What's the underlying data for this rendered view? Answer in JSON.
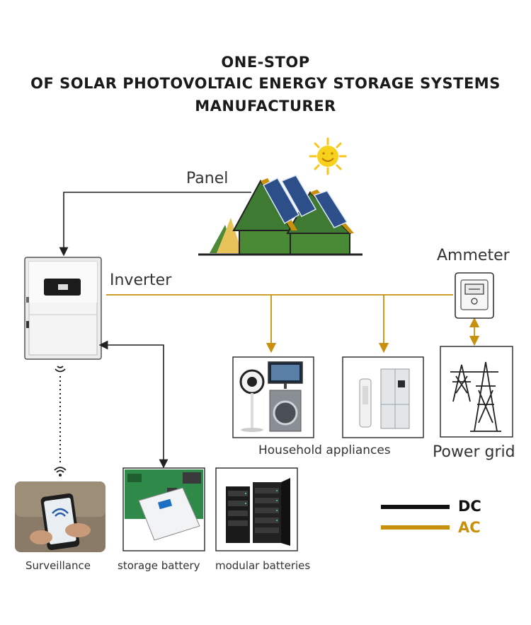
{
  "header": {
    "line1": "ONE-STOP",
    "line2": "OF SOLAR PHOTOVOLTAIC ENERGY STORAGE SYSTEMS",
    "line3": "MANUFACTURER"
  },
  "nodes": {
    "panel": "Panel",
    "inverter": "Inverter",
    "ammeter": "Ammeter",
    "household": "Household appliances",
    "power_grid": "Power grid",
    "surveillance": "Surveillance",
    "storage_battery": "storage battery",
    "modular_batteries": "modular batteries"
  },
  "legend": {
    "dc": {
      "label": "DC",
      "color": "#111111"
    },
    "ac": {
      "label": "AC",
      "color": "#c9900e"
    }
  },
  "colors": {
    "dc": "#111111",
    "ac": "#c9900e",
    "roof": "#3f7a32",
    "wall": "#4a8a35",
    "sun": "#f7d21c"
  }
}
